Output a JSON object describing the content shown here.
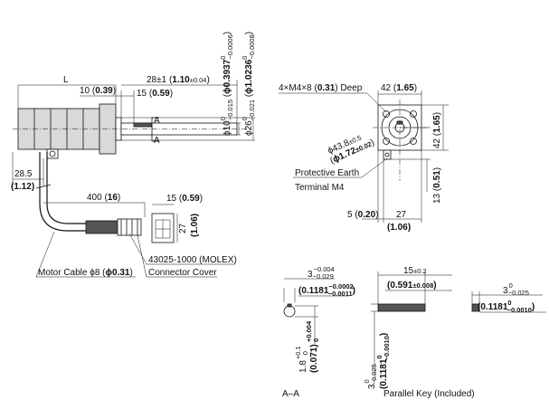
{
  "side_view": {
    "length_label": "L",
    "dim_10": "10 (",
    "dim_10_in": "0.39",
    "dim_15": "15 (",
    "dim_15_in": "0.59",
    "dim_28": "28±1 (",
    "dim_28_in": "1.10",
    "dim_28_tol": "±0.04",
    "section_a": "A",
    "dim_28_5": "28.5",
    "dim_28_5_in": "1.12",
    "dim_400": "400 (",
    "dim_400_in": "16",
    "dim_15b": "15 (",
    "dim_15b_in": "0.59",
    "dim_27": "27",
    "dim_27_in": "1.06",
    "shaft_dia_mm": "ϕ10",
    "shaft_dia_mm_tol_hi": "0",
    "shaft_dia_mm_tol_lo": "−0.015",
    "shaft_dia_in": "ϕ0.3937",
    "shaft_dia_in_tol_hi": "0",
    "shaft_dia_in_tol_lo": "−0.0006",
    "pilot_dia_mm": "ϕ26",
    "pilot_dia_mm_tol_hi": "0",
    "pilot_dia_mm_tol_lo": "−0.021",
    "pilot_dia_in": "ϕ1.0236",
    "pilot_dia_in_tol_hi": "0",
    "pilot_dia_in_tol_lo": "−0.0008",
    "connector_part": "43025-1000 (MOLEX)",
    "connector_cover": "Connector Cover",
    "motor_cable": "Motor Cable ϕ8 (",
    "motor_cable_in": "ϕ0.31"
  },
  "front_view": {
    "holes": "4×M4×8 (",
    "holes_in": "0.31",
    "holes_suffix": ") Deep",
    "width_42": "42 (",
    "width_42_in": "1.65",
    "height_42": "42 (",
    "height_42_in": "1.65",
    "pcd_mm": "ϕ43.8",
    "pcd_mm_tol": "±0.5",
    "pcd_in": "ϕ1.72",
    "pcd_in_tol": "±0.02",
    "earth_line1": "Protective Earth",
    "earth_line2": "Terminal M4",
    "dim_13": "13 (",
    "dim_13_in": "0.51",
    "dim_5": "5 (",
    "dim_5_in": "0.20",
    "dim_27": "27",
    "dim_27_in": "1.06"
  },
  "section_aa": {
    "caption": "A–A",
    "key_width_mm": "3",
    "key_width_mm_tol_hi": "−0.004",
    "key_width_mm_tol_lo": "−0.029",
    "key_width_in": "0.1181",
    "key_width_in_tol_hi": "−0.0002",
    "key_width_in_tol_lo": "−0.0011",
    "depth_mm": "1.8",
    "depth_mm_tol_hi": "+0.1",
    "depth_mm_tol_lo": "0",
    "depth_in": "0.071",
    "depth_in_tol_hi": "+0.004",
    "depth_in_tol_lo": "0"
  },
  "parallel_key": {
    "caption": "Parallel Key (Included)",
    "length_mm": "15",
    "length_mm_tol": "±0.2",
    "length_in": "0.591",
    "length_in_tol": "±0.008",
    "height_mm": "3",
    "height_mm_tol_hi": "0",
    "height_mm_tol_lo": "−0.025",
    "height_in": "0.1181",
    "height_in_tol_hi": "0",
    "height_in_tol_lo": "−0.0010",
    "width_mm": "3",
    "width_mm_tol_hi": "0",
    "width_mm_tol_lo": "−0.025",
    "width_in": "0.1181",
    "width_in_tol_hi": "0",
    "width_in_tol_lo": "−0.0010"
  }
}
